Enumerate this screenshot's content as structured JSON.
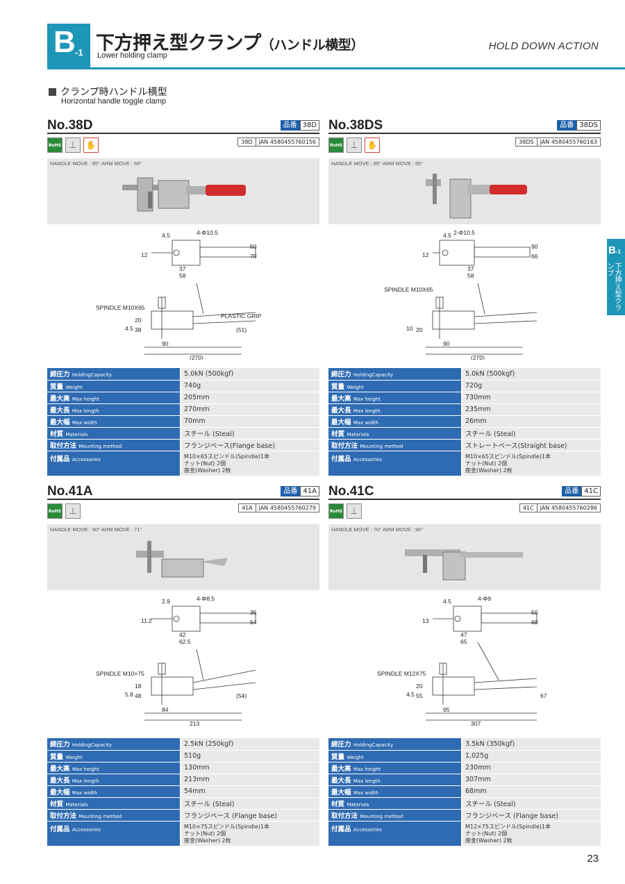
{
  "header": {
    "badge_letter": "B",
    "badge_num": "-1",
    "title": "下方押え型クランプ",
    "title_small": "（ハンドル横型）",
    "subtitle": "Lower holding clamp",
    "right_text": "HOLD DOWN ACTION"
  },
  "section": {
    "title": "クランプ時ハンドル横型",
    "subtitle": "Horizontal handle toggle clamp"
  },
  "side_tab": {
    "code": "B",
    "num": "-1",
    "label": "下方押え型クランプ"
  },
  "labels": {
    "code_key": "品番",
    "jan_prefix": "JAN",
    "icon_rohs": "RoHS",
    "icon_bolt": "⊥",
    "icon_hand": "✋"
  },
  "products": [
    {
      "model": "No.38D",
      "code": "38D",
      "jan": "4580455760156",
      "handle_move": "HANDLE MOVE : 85°  ARM MOVE : 65°",
      "drawing_labels": {
        "holes": "4-Φ10.5",
        "spindle": "SPINDLE M10X65",
        "grip": "PLASTIC GRIP",
        "d1": "12",
        "d2": "4.5",
        "d3": "50",
        "d4": "70",
        "d5": "37",
        "d6": "58",
        "d7": "4.5",
        "d8": "38",
        "d9": "20",
        "d10": "(51)",
        "d11": "90",
        "d12": "(270)"
      },
      "specs": {
        "holding": "5.0kN (500kgf)",
        "weight": "740g",
        "height": "205mm",
        "length": "270mm",
        "width": "70mm",
        "material": "スチール (Steal)",
        "mounting": "フランジベース(Flange base)",
        "acc1": "M10×65スピンドル(Spindle)1本",
        "acc2": "ナット(Nut) 2個",
        "acc3": "座金(Washer) 2枚"
      }
    },
    {
      "model": "No.38DS",
      "code": "38DS",
      "jan": "4580455760163",
      "handle_move": "HANDLE MOVE : 85°  ARM MOVE : 65°",
      "drawing_labels": {
        "holes": "2-Φ10.5",
        "spindle": "SPINDLE M10X65",
        "grip": "",
        "d1": "12",
        "d2": "4.5",
        "d3": "90",
        "d4": "66",
        "d5": "37",
        "d6": "58",
        "d7": "10",
        "d8": "20",
        "d9": "",
        "d10": "",
        "d11": "90",
        "d12": "(270)"
      },
      "specs": {
        "holding": "5.0kN (500kgf)",
        "weight": "720g",
        "height": "730mm",
        "length": "235mm",
        "width": "26mm",
        "material": "スチール (Steal)",
        "mounting": "ストレートベース(Straight base)",
        "acc1": "M10×65スピンドル(Spindle)1本",
        "acc2": "ナット(Nut) 2個",
        "acc3": "座金(Washer) 2枚"
      }
    },
    {
      "model": "No.41A",
      "code": "41A",
      "jan": "4580455760279",
      "handle_move": "HANDLE MOVE : 50°  ARM MOVE : 71°",
      "drawing_labels": {
        "holes": "4-Φ8.5",
        "spindle": "SPINDLE M10×75",
        "grip": "",
        "d1": "11.2",
        "d2": "2.9",
        "d3": "35",
        "d4": "54",
        "d5": "42",
        "d6": "62.5",
        "d7": "5.8",
        "d8": "48",
        "d9": "18",
        "d10": "(54)",
        "d11": "84",
        "d12": "213"
      },
      "specs": {
        "holding": "2.5kN (250kgf)",
        "weight": "510g",
        "height": "130mm",
        "length": "213mm",
        "width": "54mm",
        "material": "スチール (Steal)",
        "mounting": "フランジベース (Flange base)",
        "acc1": "M10×75スピンドル(Spindle)1本",
        "acc2": "ナット(Nut) 2個",
        "acc3": "座金(Washer) 2枚"
      }
    },
    {
      "model": "No.41C",
      "code": "41C",
      "jan": "4580455760286",
      "handle_move": "HANDLE MOVE : 70°  ARM MOVE : 90°",
      "drawing_labels": {
        "holes": "4-Φ9",
        "spindle": "SPINDLE M12X75",
        "grip": "",
        "d1": "13",
        "d2": "4.5",
        "d3": "50",
        "d4": "68",
        "d5": "47",
        "d6": "65",
        "d7": "4.5",
        "d8": "55",
        "d9": "20",
        "d10": "67",
        "d11": "95",
        "d12": "307"
      },
      "specs": {
        "holding": "3.5kN (350kgf)",
        "weight": "1,025g",
        "height": "230mm",
        "length": "307mm",
        "width": "68mm",
        "material": "スチール (Steal)",
        "mounting": "フランジベース (Flange base)",
        "acc1": "M12×75スピンドル(Spindle)1本",
        "acc2": "ナット(Nut) 2個",
        "acc3": "座金(Washer) 2枚"
      }
    }
  ],
  "spec_labels": {
    "holding_jp": "締圧力",
    "holding_en": "HoldingCapacity",
    "weight_jp": "質量",
    "weight_en": "Weight",
    "height_jp": "最大高",
    "height_en": "Max height",
    "length_jp": "最大長",
    "length_en": "Max length",
    "width_jp": "最大幅",
    "width_en": "Max width",
    "material_jp": "材質",
    "material_en": "Materials",
    "mounting_jp": "取付方法",
    "mounting_en": "Mounting method",
    "acc_jp": "付属品",
    "acc_en": "Accessories"
  },
  "page_number": "23",
  "colors": {
    "accent": "#1e96b8",
    "spec_key": "#2f6bb2",
    "code_key": "#1e5fa8",
    "grip": "#d22b2b"
  }
}
